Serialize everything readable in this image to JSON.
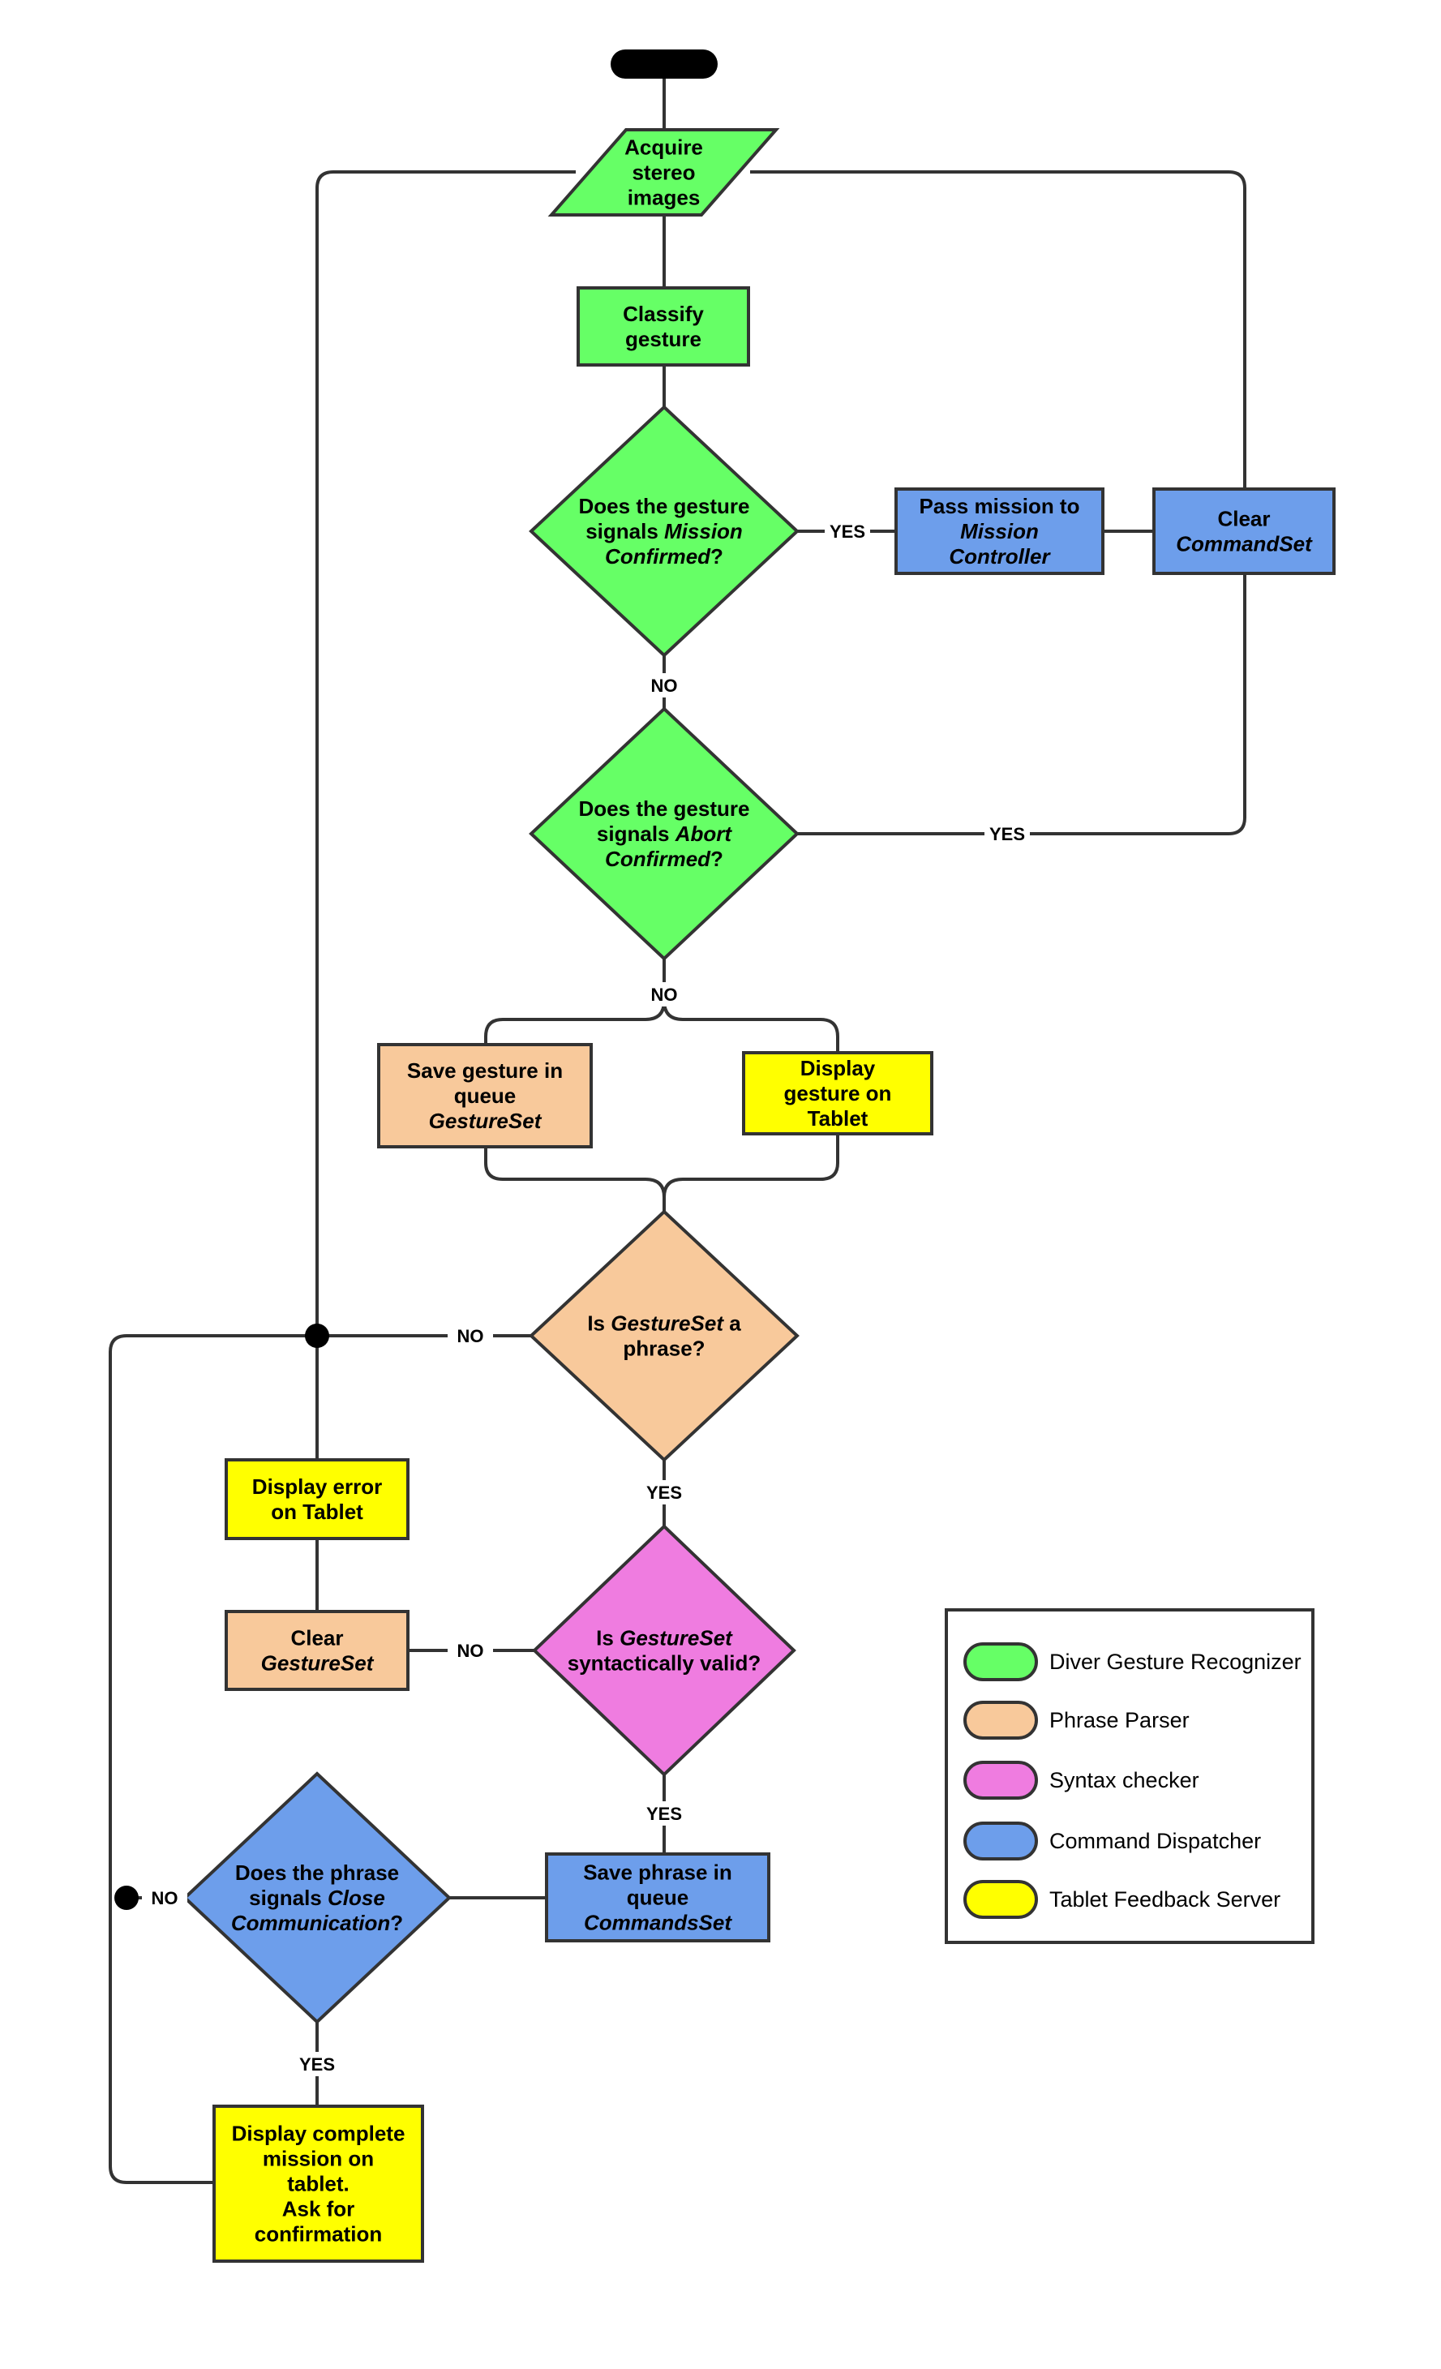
{
  "colors": {
    "recognizer": "#66ff66",
    "parser": "#f8c99b",
    "syntax": "#ef7ce0",
    "dispatcher": "#6d9eeb",
    "tablet": "#ffff00",
    "stroke": "#333333",
    "start": "#000000"
  },
  "nodes": {
    "acquire": [
      "Acquire",
      "stereo",
      "images"
    ],
    "classify": [
      "Classify",
      "gesture"
    ],
    "mission_q": [
      "Does the gesture",
      [
        "signals ",
        {
          "i": "Mission"
        }
      ],
      [
        {
          "i": "Confirmed"
        },
        "?"
      ]
    ],
    "pass_mission": [
      "Pass mission to",
      [
        {
          "i": "Mission"
        }
      ],
      [
        {
          "i": "Controller"
        }
      ]
    ],
    "clear_command": [
      "Clear",
      [
        {
          "i": "CommandSet"
        }
      ]
    ],
    "abort_q": [
      "Does the gesture",
      [
        "signals ",
        {
          "i": "Abort"
        }
      ],
      [
        {
          "i": "Confirmed"
        },
        "?"
      ]
    ],
    "save_gesture": [
      "Save gesture in",
      "queue",
      [
        {
          "i": "GestureSet"
        }
      ]
    ],
    "display_gesture": [
      "Display",
      "gesture on",
      "Tablet"
    ],
    "phrase_q": [
      [
        "Is ",
        {
          "i": "GestureSet"
        },
        " a"
      ],
      "phrase?"
    ],
    "display_error": [
      "Display error",
      "on Tablet"
    ],
    "clear_gesture": [
      "Clear",
      [
        {
          "i": "GestureSet"
        }
      ]
    ],
    "syntax_q": [
      [
        "Is ",
        {
          "i": "GestureSet"
        }
      ],
      "syntactically valid?"
    ],
    "close_q": [
      "Does the phrase",
      [
        "signals ",
        {
          "i": "Close"
        }
      ],
      [
        {
          "i": "Communication"
        },
        "?"
      ]
    ],
    "save_phrase": [
      "Save phrase in",
      "queue",
      [
        {
          "i": "CommandsSet"
        }
      ]
    ],
    "display_complete": [
      "Display complete",
      "mission on",
      "tablet.",
      "Ask for",
      "confirmation"
    ]
  },
  "edge_labels": {
    "mission_yes": "YES",
    "mission_no": "NO",
    "abort_yes": "YES",
    "abort_no": "NO",
    "phrase_no": "NO",
    "phrase_yes": "YES",
    "syntax_no": "NO",
    "syntax_yes": "YES",
    "close_no": "NO",
    "close_yes": "YES"
  },
  "legend": [
    {
      "label": "Diver Gesture Recognizer",
      "color": "recognizer"
    },
    {
      "label": "Phrase Parser",
      "color": "parser"
    },
    {
      "label": "Syntax checker",
      "color": "syntax"
    },
    {
      "label": "Command Dispatcher",
      "color": "dispatcher"
    },
    {
      "label": "Tablet Feedback Server",
      "color": "tablet"
    }
  ]
}
